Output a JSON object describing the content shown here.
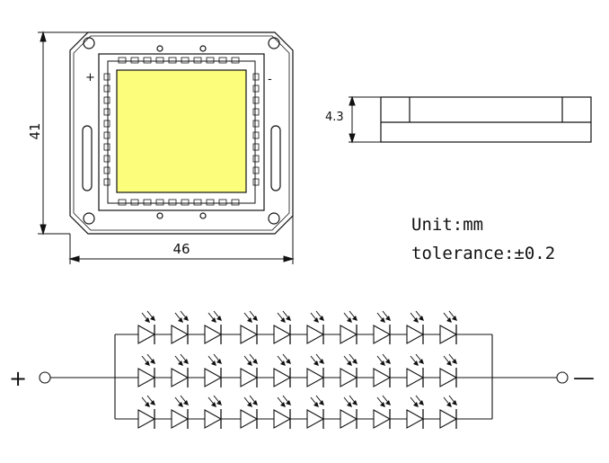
{
  "dimensions": {
    "height_label": "41",
    "width_label": "46",
    "thickness_label": "4.3"
  },
  "notes": {
    "unit": "Unit:mm",
    "tolerance": "tolerance:±0.2"
  },
  "polarity": {
    "plus": "+",
    "minus": "—",
    "chip_plus": "+",
    "chip_minus": "-"
  },
  "circuit": {
    "rows": 3,
    "leds_per_row": 10
  },
  "colors": {
    "emitter": "#fdfd7c",
    "line": "#111111"
  }
}
